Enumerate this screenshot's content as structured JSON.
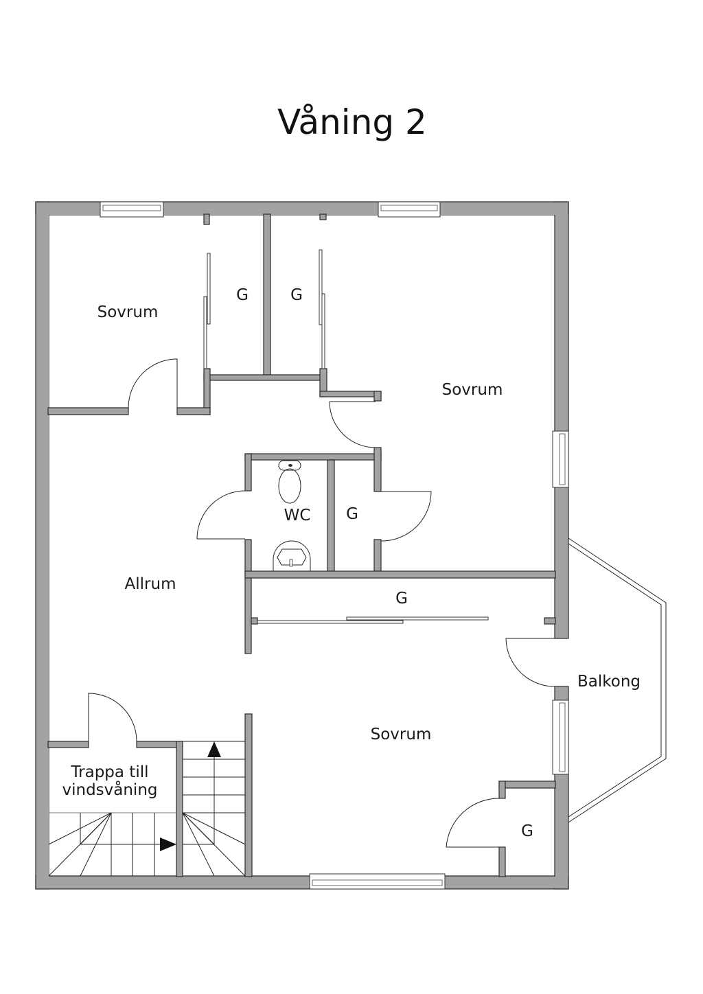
{
  "title": "Våning 2",
  "rooms": {
    "sovrum_top_left": "Sovrum",
    "g_top_left": "G",
    "g_top_mid": "G",
    "sovrum_top_right": "Sovrum",
    "wc": "WC",
    "g_wc": "G",
    "allrum": "Allrum",
    "g_corridor": "G",
    "balkong": "Balkong",
    "sovrum_bottom": "Sovrum",
    "g_bottom_right": "G",
    "stairs_line1": "Trappa till",
    "stairs_line2": "vindsvåning"
  },
  "colors": {
    "wall": "#a3a3a3",
    "outline": "#2a2a2a"
  }
}
